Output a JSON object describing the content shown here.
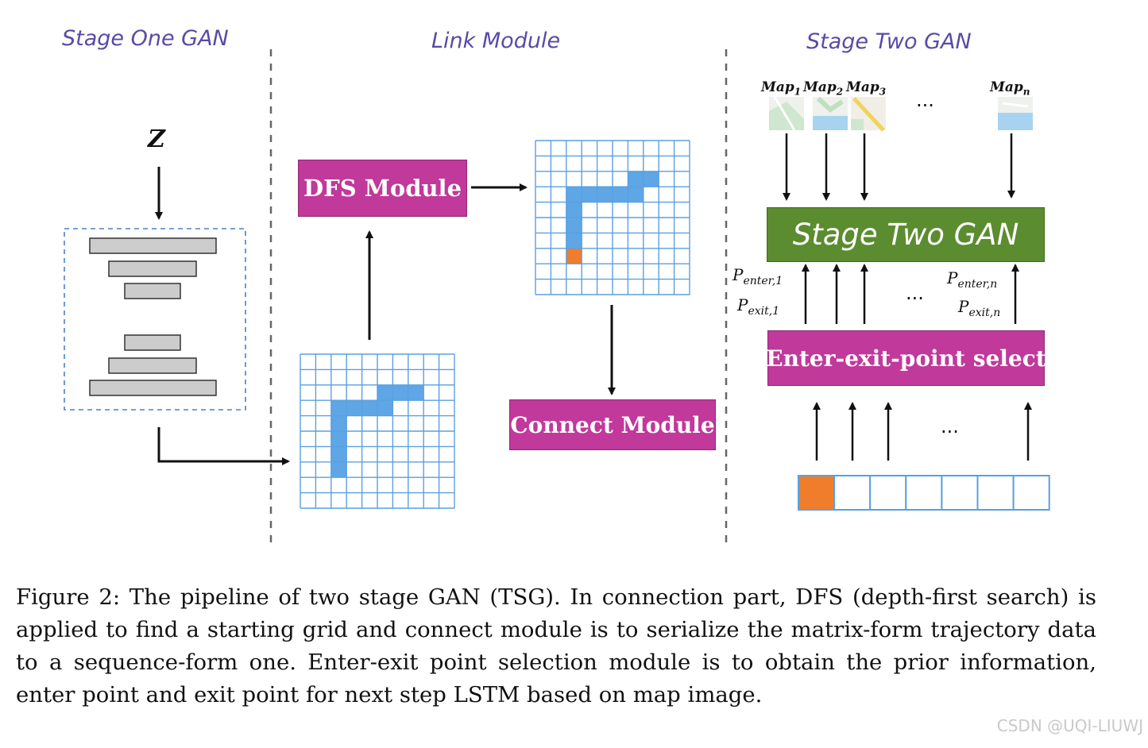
{
  "sections": {
    "stage_one": "Stage One GAN",
    "link": "Link Module",
    "stage_two": "Stage Two GAN"
  },
  "z_label": "Z",
  "modules": {
    "dfs": "DFS Module",
    "connect": "Connect Module",
    "stage_two_gan": "Stage Two GAN",
    "enter_exit": "Enter-exit-point select"
  },
  "maps": [
    {
      "base": "Map",
      "sub": "1"
    },
    {
      "base": "Map",
      "sub": "2"
    },
    {
      "base": "Map",
      "sub": "3"
    },
    {
      "base": "Map",
      "sub": "n"
    }
  ],
  "ellipsis": "...",
  "points": {
    "enter_1": {
      "base": "P",
      "sub": "enter,1"
    },
    "exit_1": {
      "base": "P",
      "sub": "exit,1"
    },
    "enter_n": {
      "base": "P",
      "sub": "enter,n"
    },
    "exit_n": {
      "base": "P",
      "sub": "exit,n"
    }
  },
  "caption": "Figure 2: The pipeline of two stage GAN (TSG). In connection part, DFS (depth-first search) is applied to find a starting grid and connect module is to serialize the matrix-form trajectory data to a sequence-form one. Enter-exit point selection module is to obtain the prior information, enter point and exit point for next step LSTM based on map image.",
  "watermark": "CSDN @UQI-LIUWJ",
  "colors": {
    "title": "#5a4aa6",
    "magenta": "#c0399b",
    "green": "#5b8c2f",
    "grid_line": "#5aa0e0",
    "path": "#5ea6e6",
    "start_cell": "#ef7d2c",
    "bar": "#cccccc"
  }
}
